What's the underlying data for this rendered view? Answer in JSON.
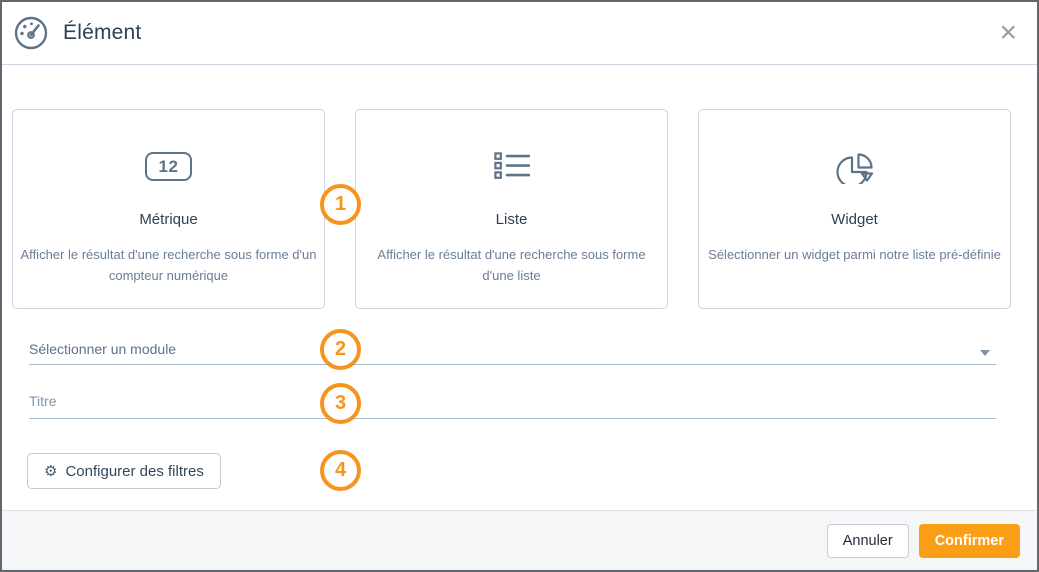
{
  "dialog": {
    "title": "Élément"
  },
  "icons": {
    "close": "×",
    "gear": "⚙",
    "metric_counter_text": "12"
  },
  "cards": [
    {
      "title": "Métrique",
      "description": "Afficher le résultat d'une recherche sous forme d'un compteur numérique"
    },
    {
      "title": "Liste",
      "description": "Afficher le résultat d'une recherche sous forme d'une liste"
    },
    {
      "title": "Widget",
      "description": "Sélectionner un widget parmi notre liste pré-définie"
    }
  ],
  "step_badges": [
    "1",
    "2",
    "3",
    "4"
  ],
  "form": {
    "module_select_placeholder": "Sélectionner un module",
    "title_placeholder": "Titre",
    "title_value": "",
    "filters_button_label": "Configurer des filtres"
  },
  "footer": {
    "cancel_label": "Annuler",
    "confirm_label": "Confirmer"
  },
  "colors": {
    "accent_orange": "#F7941E",
    "confirm_button": "#F99E15",
    "icon_slate": "#5E7389",
    "title_navy": "#2E4154"
  }
}
